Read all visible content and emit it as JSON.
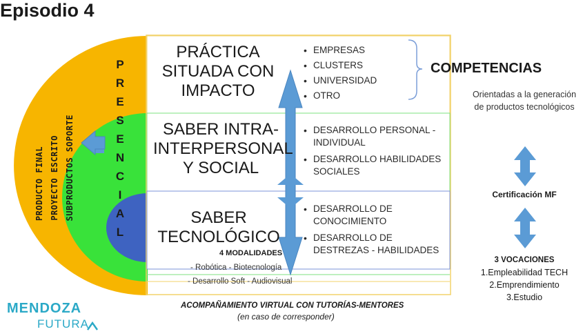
{
  "title": "Episodio 4",
  "left_side": {
    "lines": [
      "PRODUCTO FINAL",
      "PROYECTO ESCRITO",
      "SUBPRODUCTOS SOPORTE"
    ]
  },
  "presencial_letters": [
    "P",
    "R",
    "E",
    "S",
    "E",
    "N",
    "C",
    "I",
    "A",
    "L"
  ],
  "rows": [
    {
      "title_lines": [
        "PRÁCTICA",
        "SITUADA CON",
        "IMPACTO"
      ],
      "bullets": [
        "EMPRESAS",
        "CLUSTERS",
        "UNIVERSIDAD",
        "OTRO"
      ]
    },
    {
      "title_lines": [
        "SABER INTRA-",
        "INTERPERSONAL",
        "Y SOCIAL"
      ],
      "bullets": [
        "DESARROLLO PERSONAL - INDIVIDUAL",
        "DESARROLLO HABILIDADES SOCIALES"
      ]
    },
    {
      "title_lines": [
        "SABER",
        "TECNOLÓGICO"
      ],
      "bullets": [
        "DESARROLLO DE CONOCIMIENTO",
        "DESARROLLO DE DESTREZAS - HABILIDADES"
      ]
    }
  ],
  "modalidades": {
    "title": "4 MODALIDADES",
    "items": [
      "- Robótica - Biotecnología",
      "- Desarrollo Soft - Audiovisual"
    ]
  },
  "footer": {
    "acompanamiento": "ACOMPAÑAMIENTO VIRTUAL CON TUTORÍAS-MENTORES",
    "note": "(en caso de corresponder)"
  },
  "right_panel": {
    "competencias": "COMPETENCIAS",
    "orientadas": "Orientadas a la generación de productos tecnológicos",
    "certificacion": "Certificación MF",
    "vocaciones_title": "3 VOCACIONES",
    "vocaciones": [
      "1.Empleabilidad TECH",
      "2.Emprendimiento",
      "3.Estudio"
    ]
  },
  "logo": {
    "line1": "MENDOZA",
    "line2": "FUTURA"
  },
  "colors": {
    "orange": "#f7b500",
    "green": "#39e23a",
    "blue": "#3e63c1",
    "arrow_blue": "#5b9bd5",
    "logo_teal": "#2ba9c7"
  }
}
